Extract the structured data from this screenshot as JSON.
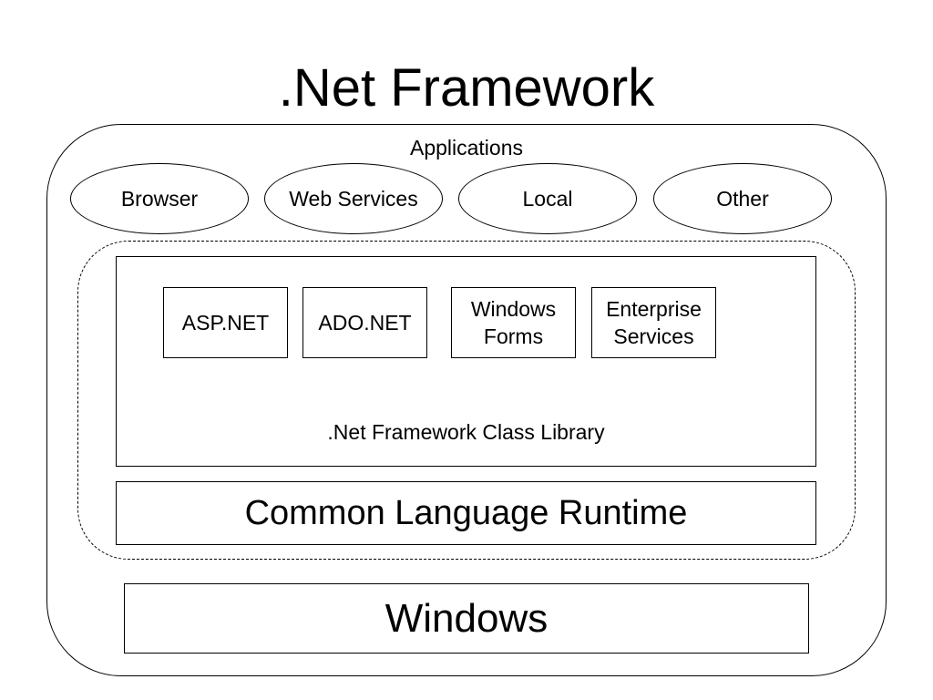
{
  "title": ".Net Framework",
  "applications": {
    "label": "Applications",
    "items": [
      "Browser",
      "Web Services",
      "Local",
      "Other"
    ]
  },
  "class_library": {
    "label": ".Net Framework Class Library",
    "components": [
      "ASP.NET",
      "ADO.NET",
      "Windows\nForms",
      "Enterprise\nServices"
    ]
  },
  "runtime": {
    "label": "Common Language Runtime"
  },
  "os": {
    "label": "Windows"
  }
}
